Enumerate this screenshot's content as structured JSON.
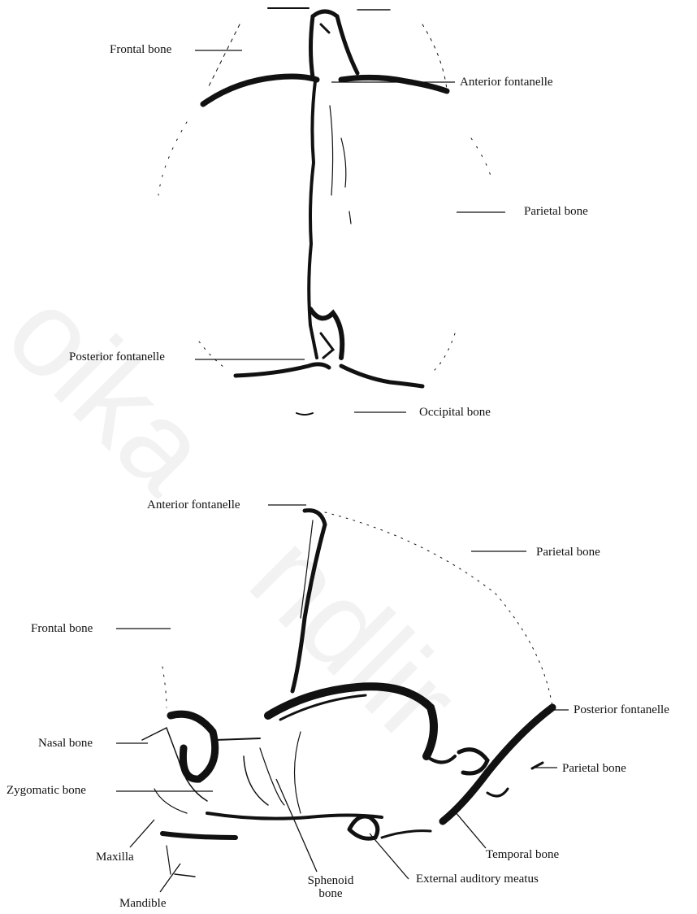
{
  "top_view": {
    "labels": {
      "frontal_bone": "Frontal bone",
      "anterior_fontanelle": "Anterior fontanelle",
      "parietal_bone": "Parietal bone",
      "posterior_fontanelle": "Posterior fontanelle",
      "occipital_bone": "Occipital bone"
    }
  },
  "side_view": {
    "labels": {
      "anterior_fontanelle": "Anterior fontanelle",
      "parietal_bone_upper": "Parietal bone",
      "frontal_bone": "Frontal bone",
      "posterior_fontanelle": "Posterior fontanelle",
      "nasal_bone": "Nasal bone",
      "parietal_bone_lower": "Parietal bone",
      "zygomatic_bone": "Zygomatic bone",
      "maxilla": "Maxilla",
      "temporal_bone": "Temporal bone",
      "sphenoid_bone_line1": "Sphenoid",
      "sphenoid_bone_line2": "bone",
      "external_auditory_meatus": "External auditory meatus",
      "mandible": "Mandible"
    }
  },
  "colors": {
    "ink": "#111111",
    "background": "#ffffff"
  }
}
